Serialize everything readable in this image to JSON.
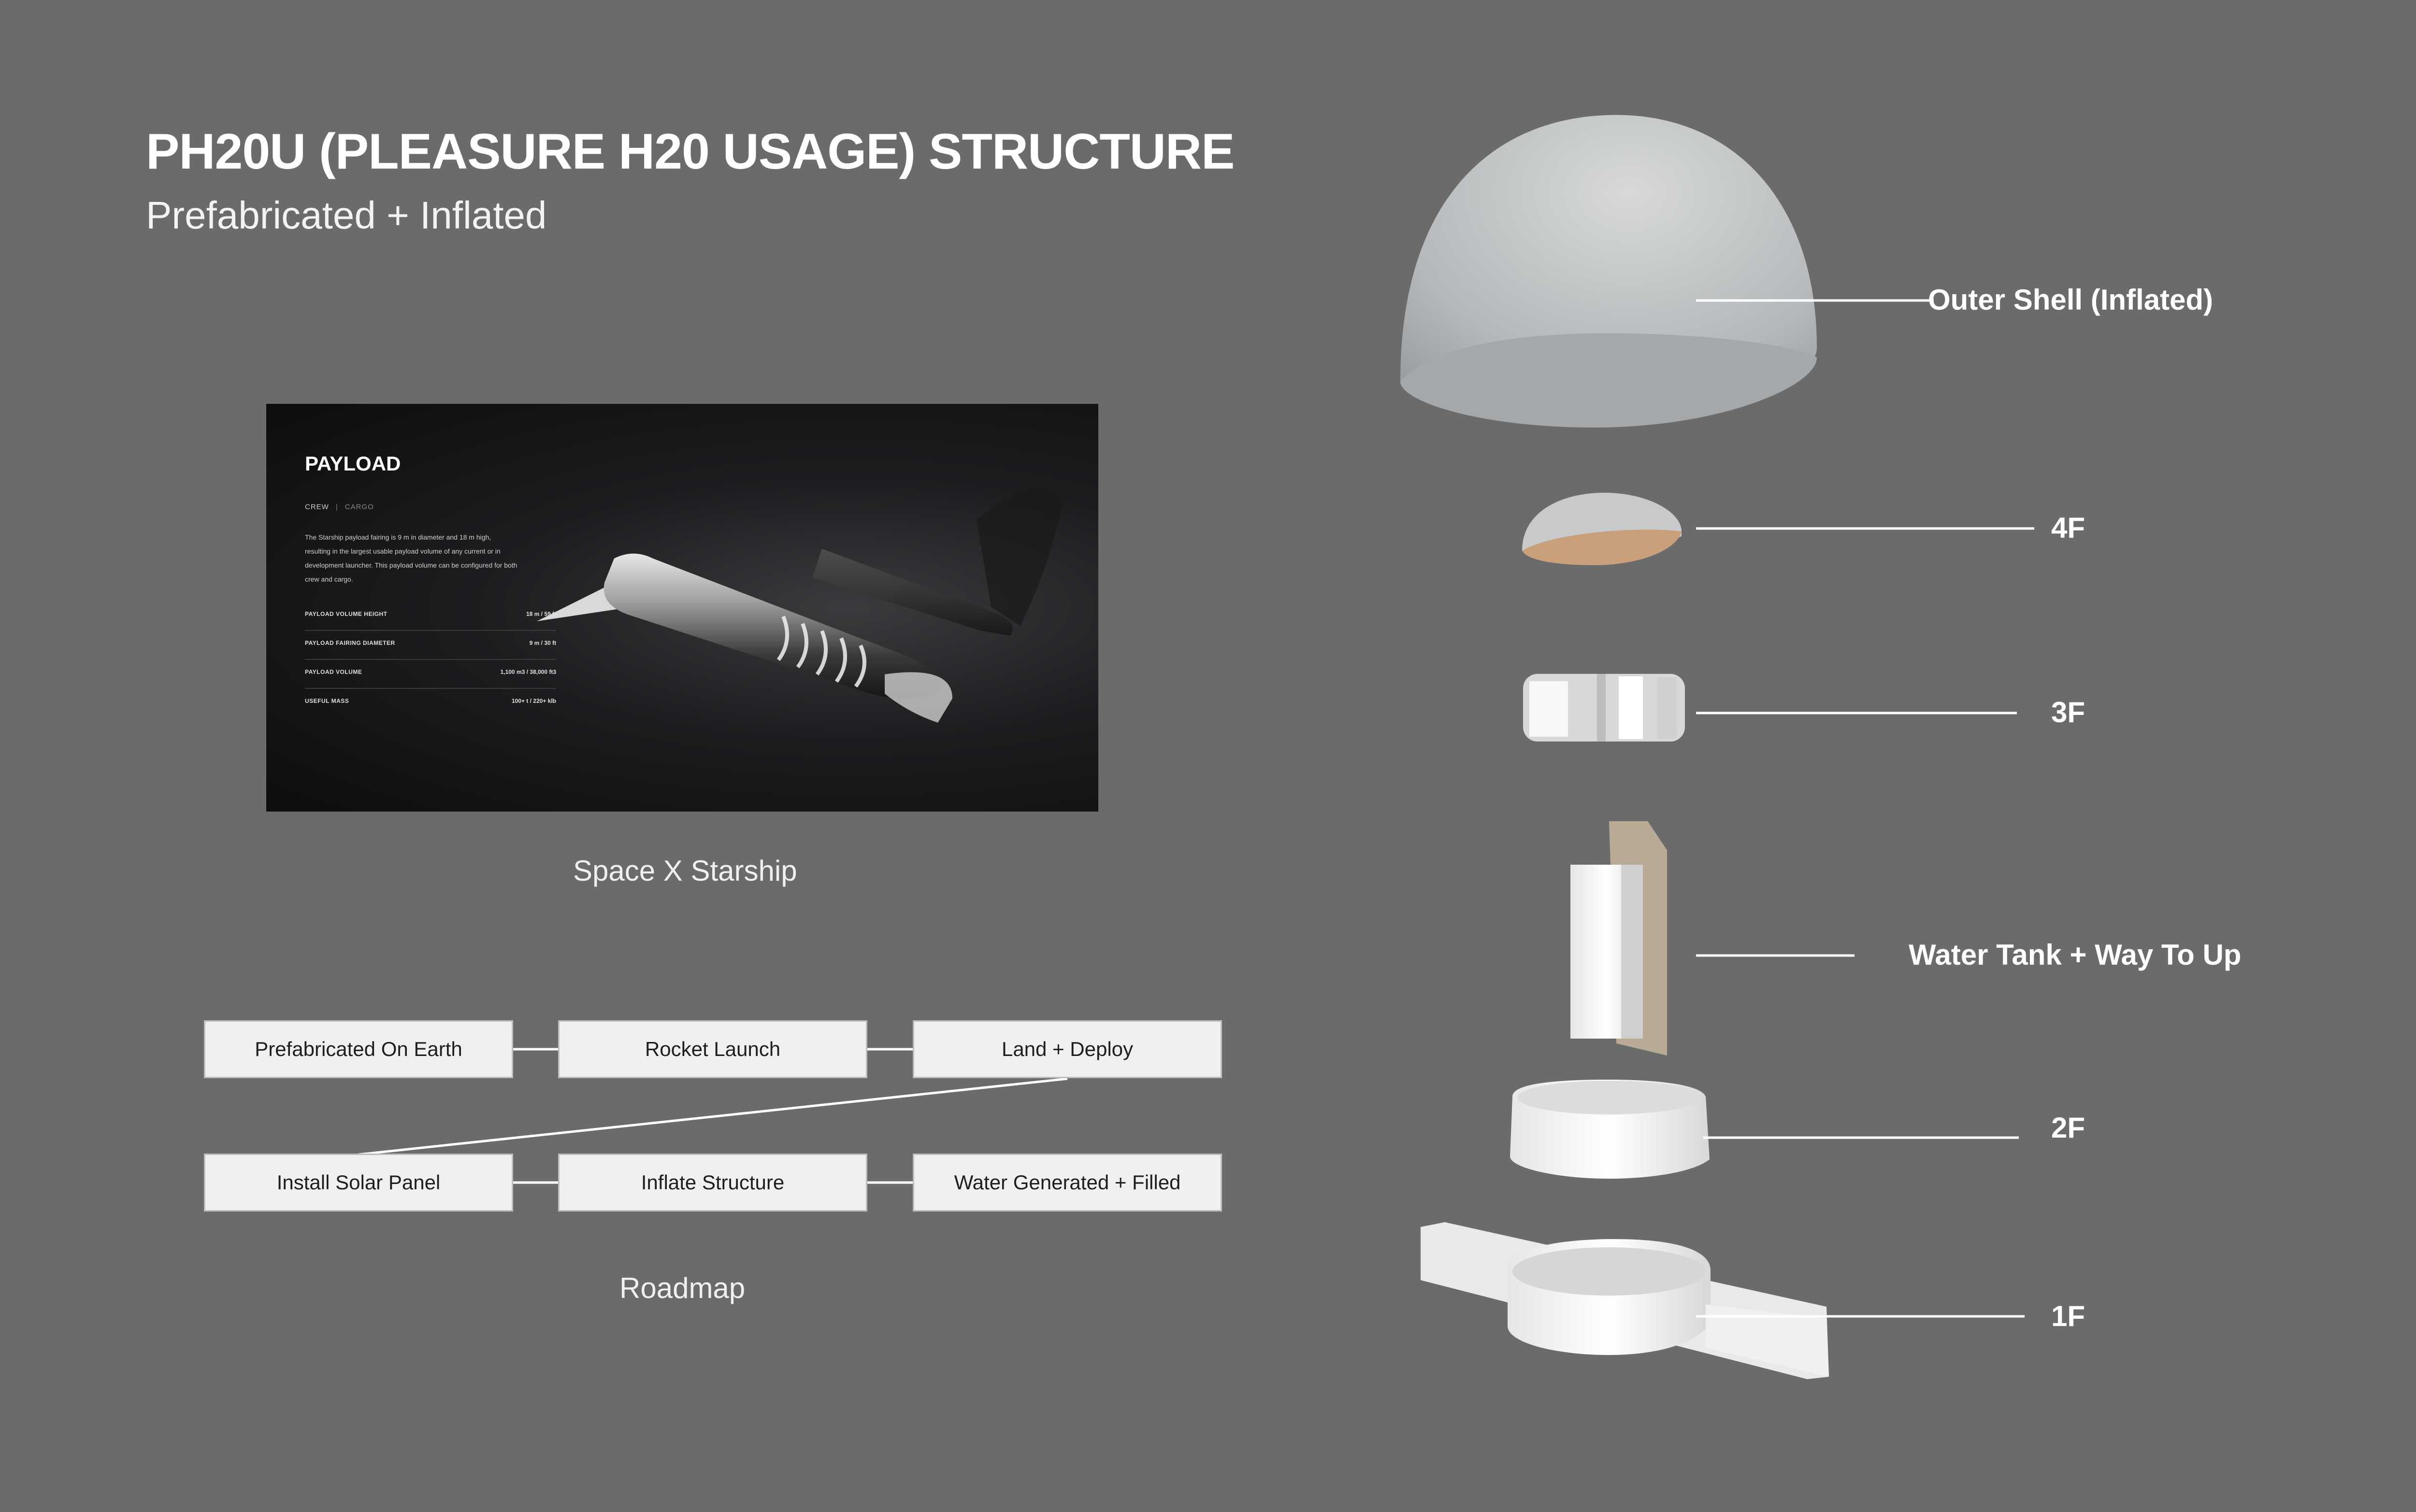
{
  "header": {
    "title": "PH20U (PLEASURE H20 USAGE) STRUCTURE",
    "subtitle": "Prefabricated + Inflated"
  },
  "screenshot": {
    "title": "PAYLOAD",
    "tab_crew": "CREW",
    "tab_sep": "|",
    "tab_cargo": "CARGO",
    "description": "The Starship payload fairing is 9 m in diameter and 18 m high, resulting in the largest usable payload volume of any current or in development launcher. This payload volume can be configured for both crew and cargo.",
    "specs": [
      {
        "key": "PAYLOAD VOLUME HEIGHT",
        "value": "18 m / 59 ft"
      },
      {
        "key": "PAYLOAD FAIRING DIAMETER",
        "value": "9 m / 30 ft"
      },
      {
        "key": "PAYLOAD VOLUME",
        "value": "1,100 m3 / 38,000 ft3"
      },
      {
        "key": "USEFUL MASS",
        "value": "100+ t / 220+ klb"
      }
    ],
    "caption": "Space X Starship"
  },
  "roadmap": {
    "steps": [
      "Prefabricated On Earth",
      "Rocket Launch",
      "Land + Deploy",
      "Install Solar Panel",
      "Inflate Structure",
      "Water Generated + Filled"
    ],
    "caption": "Roadmap"
  },
  "structure": {
    "parts": [
      {
        "label": "Outer Shell (Inflated)"
      },
      {
        "label": "4F"
      },
      {
        "label": "3F"
      },
      {
        "label": "Water Tank + Way To Up"
      },
      {
        "label": "2F"
      },
      {
        "label": "1F"
      }
    ],
    "colors": {
      "background": "#6b6b6b",
      "shell": "#c9cbcd",
      "floor_wood": "#c9a07a",
      "module_white": "#f4f4f4",
      "leader_line": "#ffffff"
    }
  }
}
